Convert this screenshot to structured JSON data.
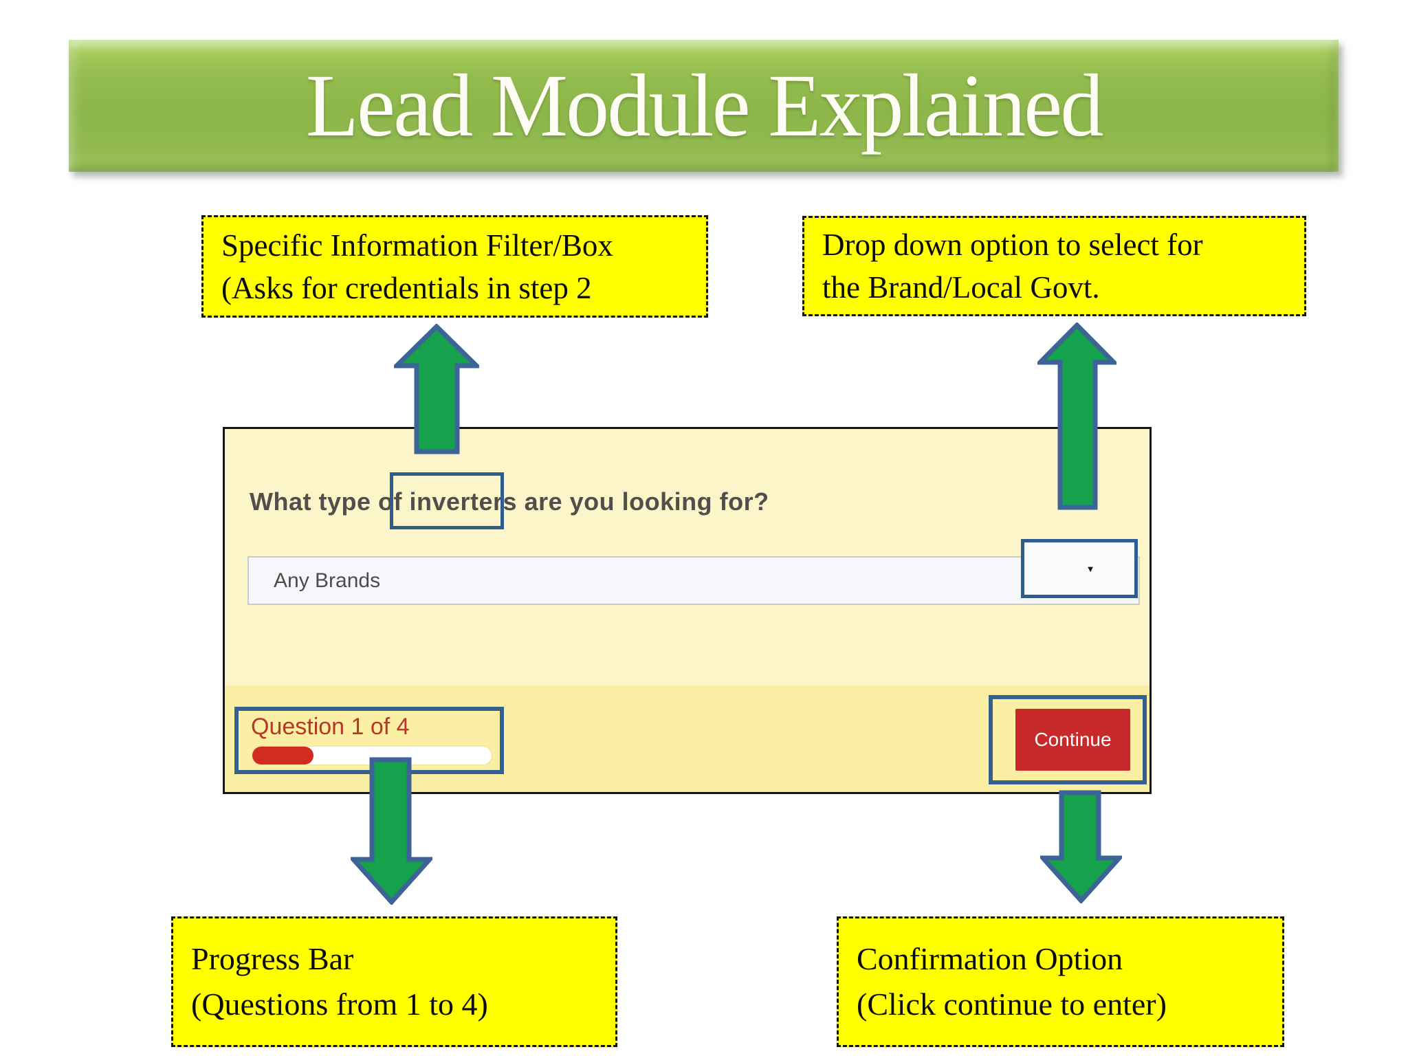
{
  "title": "Lead Module Explained",
  "callouts": {
    "top_left": {
      "line1": "Specific Information Filter/Box",
      "line2": "(Asks for credentials in step 2"
    },
    "top_right": {
      "line1": "Drop down option to select for",
      "line2": "the Brand/Local Govt."
    },
    "bottom_left": {
      "line1": "Progress Bar",
      "line2": "(Questions from 1 to 4)"
    },
    "bottom_right": {
      "line1": "Confirmation Option",
      "line2": "(Click continue to enter)"
    }
  },
  "form": {
    "question": "What type of inverters are you looking for?",
    "highlighted_word": "inverters",
    "dropdown_value": "Any Brands",
    "dropdown_caret": "▼",
    "progress_label": "Question 1 of 4",
    "progress_fraction": 0.255,
    "continue_label": "Continue"
  },
  "colors": {
    "callout_yellow": "#ffff00",
    "arrow_green": "#16a24d",
    "arrow_border_blue": "#3c6496",
    "highlight_box_blue": "#2d5e8f",
    "banner_green": "#8fb84b",
    "form_body_yellow": "#fcf5c9",
    "form_footer_yellow": "#faefa2",
    "progress_red": "#d22b20",
    "continue_red": "#c8292b",
    "question_label_red": "#b5372b"
  }
}
